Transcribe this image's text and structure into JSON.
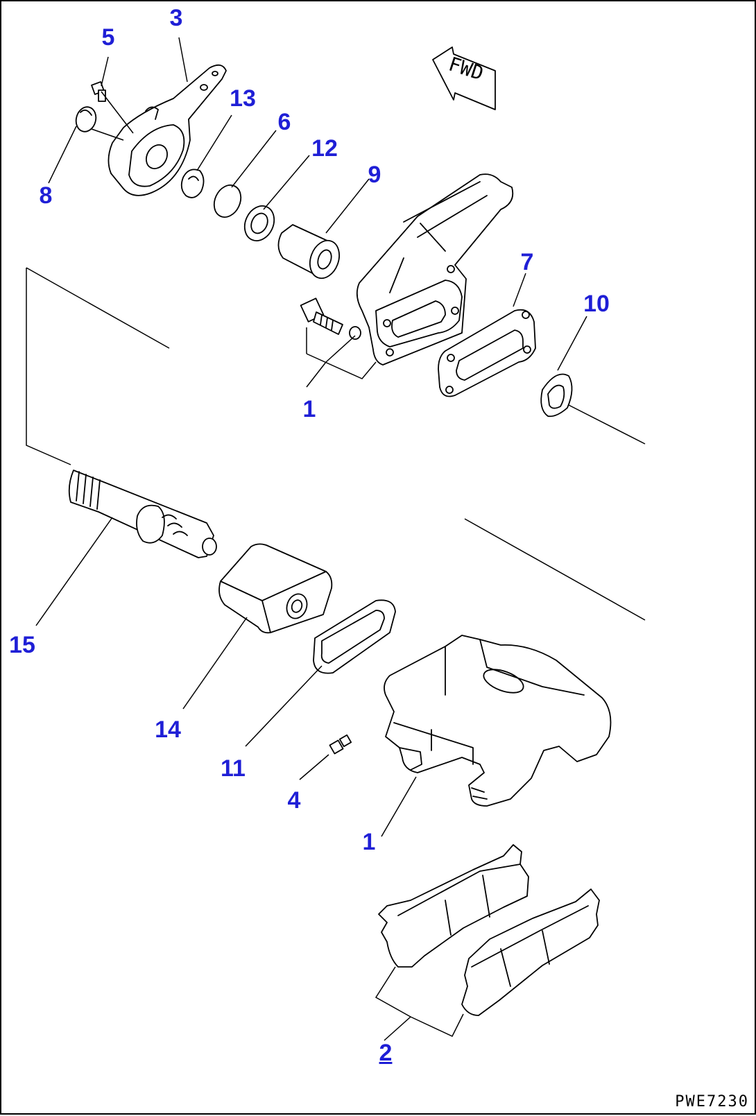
{
  "figure": {
    "reference_code": "PWE7230",
    "fwd_arrow_text": "FWD"
  },
  "callouts": [
    {
      "id": "c1a",
      "text": "1"
    },
    {
      "id": "c1b",
      "text": "1"
    },
    {
      "id": "c2",
      "text": "2"
    },
    {
      "id": "c3",
      "text": "3"
    },
    {
      "id": "c4",
      "text": "4"
    },
    {
      "id": "c5",
      "text": "5"
    },
    {
      "id": "c6",
      "text": "6"
    },
    {
      "id": "c7",
      "text": "7"
    },
    {
      "id": "c8",
      "text": "8"
    },
    {
      "id": "c9",
      "text": "9"
    },
    {
      "id": "c10",
      "text": "10"
    },
    {
      "id": "c11",
      "text": "11"
    },
    {
      "id": "c12",
      "text": "12"
    },
    {
      "id": "c13",
      "text": "13"
    },
    {
      "id": "c14",
      "text": "14"
    },
    {
      "id": "c15",
      "text": "15"
    }
  ],
  "colors": {
    "callout": "#1f1fd6",
    "line": "#000000"
  }
}
